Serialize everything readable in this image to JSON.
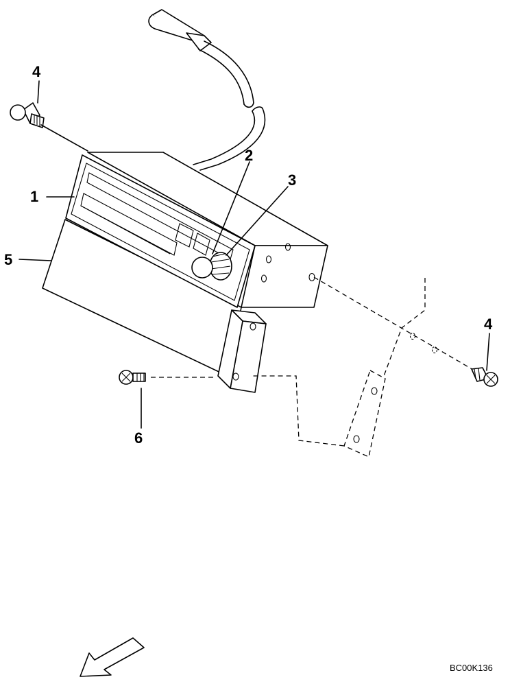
{
  "callouts": [
    {
      "id": "1",
      "label": "1"
    },
    {
      "id": "2",
      "label": "2"
    },
    {
      "id": "3",
      "label": "3"
    },
    {
      "id": "4a",
      "label": "4"
    },
    {
      "id": "4b",
      "label": "4"
    },
    {
      "id": "5",
      "label": "5"
    },
    {
      "id": "6",
      "label": "6"
    }
  ],
  "drawing_code": "BC00K136",
  "icons": {
    "direction_arrow": "front-direction-arrow-icon"
  }
}
